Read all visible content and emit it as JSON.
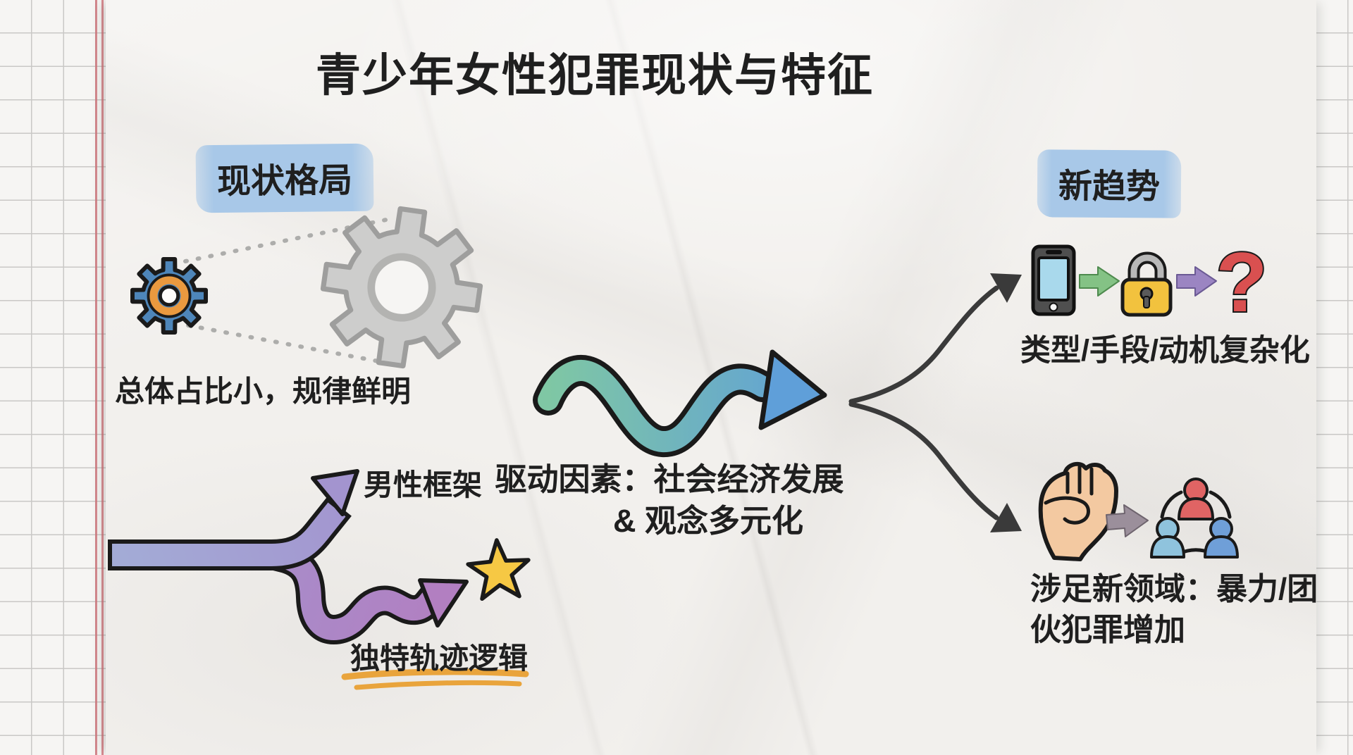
{
  "title": "青少年女性犯罪现状与特征",
  "left_section": {
    "header": "现状格局",
    "gear_caption": "总体占比小，规律鲜明",
    "branch_up_label": "男性框架",
    "branch_down_label": "独特轨迹逻辑"
  },
  "middle_section": {
    "caption_line1": "驱动因素：社会经济发展",
    "caption_line2": "& 观念多元化"
  },
  "right_section": {
    "header": "新趋势",
    "trend_complexity_caption": "类型/手段/动机复杂化",
    "trend_new_fields_line1": "涉足新领域：暴力/团",
    "trend_new_fields_line2": "伙犯罪增加"
  },
  "icons": {
    "small-gear-icon": "⚙",
    "big-gear-icon": "⚙",
    "zoom-dotted-lines-icon": "⋱",
    "branch-arrow-icon": "↗",
    "purple-wave-arrow-icon": "↝",
    "star-icon": "★",
    "underline-stroke-icon": "―",
    "teal-wave-arrow-icon": "↝",
    "split-connector-icon": "≺",
    "phone-icon": "📱",
    "green-right-arrow-icon": "→",
    "lock-icon": "🔒",
    "purple-right-arrow-icon": "→",
    "question-mark-icon": "?",
    "fist-icon": "✊",
    "gray-right-arrow-icon": "→",
    "people-group-icon": "👥"
  },
  "colors": {
    "paper": "#f2f0ed",
    "grid_paper": "#f6f5f3",
    "grid_line": "#c9c8c6",
    "margin_line": "#cf6a72",
    "highlight": "#a8c8e8",
    "ink": "#1f1f1f",
    "small_gear_blue": "#4e86ba",
    "small_gear_orange": "#e9993f",
    "big_gear_gray": "#cdcdcc",
    "big_gear_outline": "#9e9e9d",
    "fork_periwinkle": "#a3abd6",
    "fork_lavender": "#a394cf",
    "fork_purple": "#b27fc1",
    "star_yellow": "#f6c844",
    "underline_orange": "#e9a43c",
    "wave_green": "#7fc7a4",
    "wave_blue": "#5f9fd9",
    "connector_dark": "#3a3a3a",
    "phone_body": "#4f4f4f",
    "phone_screen": "#a9d9ec",
    "arrow_green": "#84c285",
    "lock_gold": "#f2c23e",
    "lock_gray": "#b8b8b8",
    "arrow_purple": "#9b85c2",
    "question_red": "#d95050",
    "fist_skin": "#f3c9a1",
    "arrow_gray": "#9b8f9b",
    "person_red": "#e06464",
    "person_lightblue": "#8fc3dd",
    "person_blue": "#6f9fd8"
  }
}
